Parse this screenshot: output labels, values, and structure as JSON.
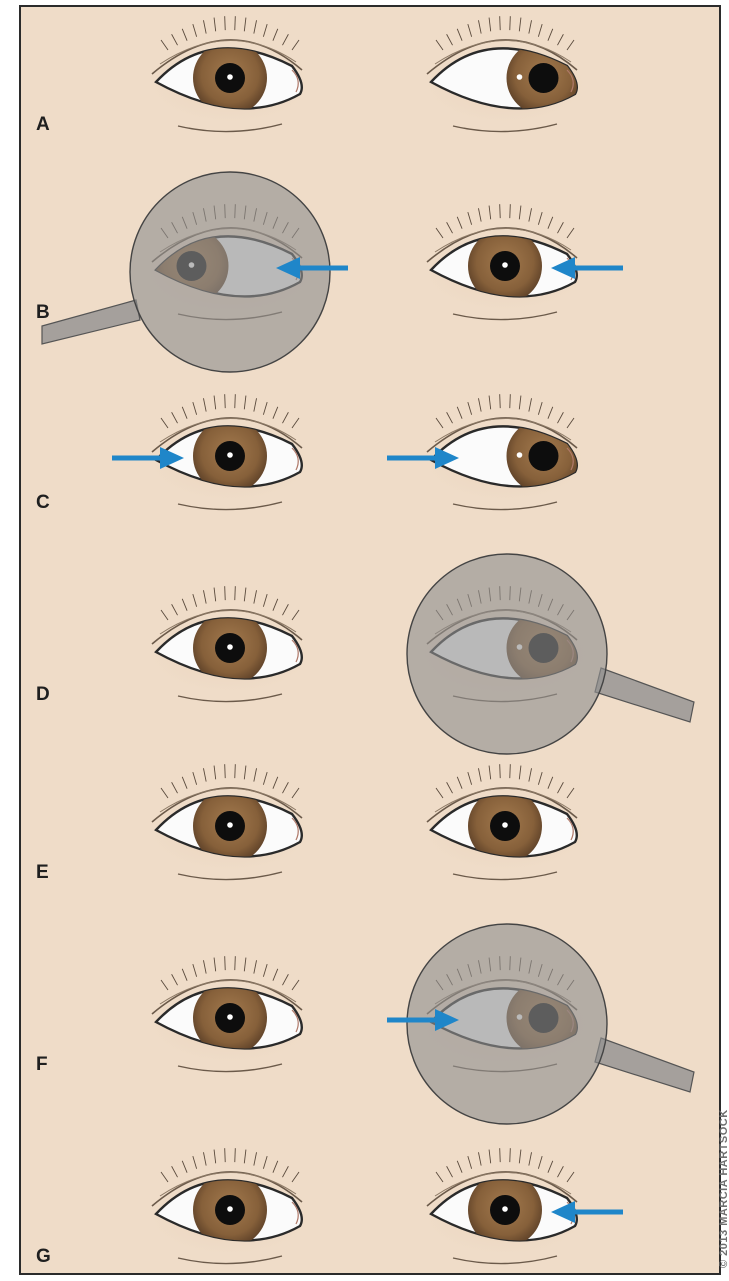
{
  "figure": {
    "background_color": "#efdcc8",
    "border_color": "#2b2b2b",
    "iris_color": "#8a623c",
    "pupil_color": "#0d0d0d",
    "arrow_color": "#1f86c9",
    "occluder_color": "#8f8f8f",
    "credit": "© 2013 MARCIA HARTSOCK"
  },
  "rows": [
    {
      "label": "A",
      "left": {
        "gaze": 0,
        "arrow": null,
        "occluded": false
      },
      "right": {
        "gaze": 0.55,
        "arrow": null,
        "occluded": false
      }
    },
    {
      "label": "B",
      "left": {
        "gaze": -0.55,
        "arrow": "left",
        "occluded": true
      },
      "right": {
        "gaze": 0,
        "arrow": "left",
        "occluded": false
      }
    },
    {
      "label": "C",
      "left": {
        "gaze": 0,
        "arrow": "right",
        "occluded": false
      },
      "right": {
        "gaze": 0.55,
        "arrow": "right",
        "occluded": false
      }
    },
    {
      "label": "D",
      "left": {
        "gaze": 0,
        "arrow": null,
        "occluded": false
      },
      "right": {
        "gaze": 0.55,
        "arrow": null,
        "occluded": true
      }
    },
    {
      "label": "E",
      "left": {
        "gaze": 0,
        "arrow": null,
        "occluded": false
      },
      "right": {
        "gaze": 0,
        "arrow": null,
        "occluded": false
      }
    },
    {
      "label": "F",
      "left": {
        "gaze": 0,
        "arrow": null,
        "occluded": false
      },
      "right": {
        "gaze": 0.55,
        "arrow": "right",
        "occluded": true
      }
    },
    {
      "label": "G",
      "left": {
        "gaze": 0,
        "arrow": null,
        "occluded": false
      },
      "right": {
        "gaze": 0,
        "arrow": "left",
        "occluded": false
      }
    }
  ]
}
